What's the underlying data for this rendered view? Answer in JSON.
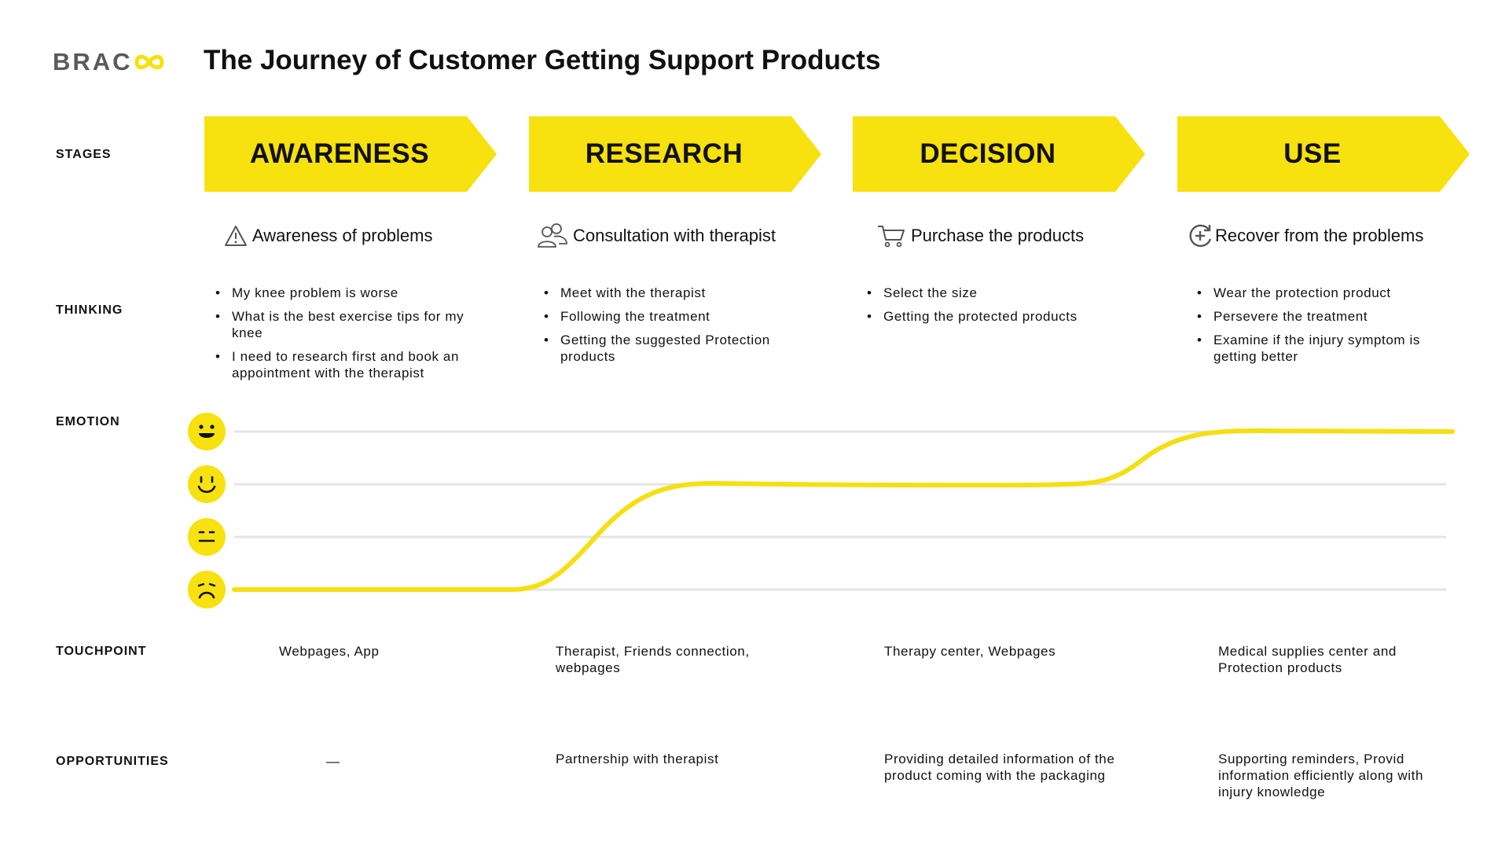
{
  "header": {
    "logo_text": "BRAC",
    "title": "The Journey of Customer Getting Support Products"
  },
  "row_labels": {
    "stages": "STAGES",
    "thinking": "THINKING",
    "emotion": "EMOTION",
    "touchpoint": "TOUCHPOINT",
    "opportunities": "OPPORTUNITIES"
  },
  "colors": {
    "accent_yellow": "#f7e10e",
    "line_yellow": "#f5df13",
    "grid_gray": "#e4e4e4",
    "text": "#111111",
    "logo_gray": "#5a5a5a"
  },
  "stages": [
    {
      "label": "AWARENESS",
      "step": "Awareness of problems",
      "icon": "warning-icon",
      "thinking": [
        "My knee problem is worse",
        "What is the best exercise tips for my knee",
        "I need to research first and book an appointment with the therapist"
      ],
      "touchpoint": "Webpages, App",
      "opportunity": "—"
    },
    {
      "label": "RESEARCH",
      "step": "Consultation with therapist",
      "icon": "people-icon",
      "thinking": [
        "Meet with the therapist",
        "Following the treatment",
        "Getting the suggested Protection products"
      ],
      "touchpoint": "Therapist, Friends connection, webpages",
      "opportunity": "Partnership with therapist"
    },
    {
      "label": "DECISION",
      "step": "Purchase the products",
      "icon": "cart-icon",
      "thinking": [
        "Select the size",
        "Getting the protected products"
      ],
      "touchpoint": "Therapy center, Webpages",
      "opportunity": "Providing detailed information of the product coming with the packaging"
    },
    {
      "label": "USE",
      "step": "Recover from the problems",
      "icon": "recover-icon",
      "thinking": [
        "Wear the protection product",
        "Persevere the treatment",
        "Examine if the injury symptom is getting better"
      ],
      "touchpoint": "Medical supplies center and Protection products",
      "opportunity": "Supporting reminders, Provid information efficiently along with injury knowledge"
    }
  ],
  "emotion_levels": [
    "very-happy-face-icon",
    "happy-face-icon",
    "neutral-face-icon",
    "sad-face-icon"
  ],
  "emotion_curve": {
    "levels": 4,
    "scale_bottom_to_top": [
      "sad",
      "neutral",
      "happy",
      "very-happy"
    ],
    "per_stage_level": [
      0,
      2,
      2,
      3
    ]
  }
}
